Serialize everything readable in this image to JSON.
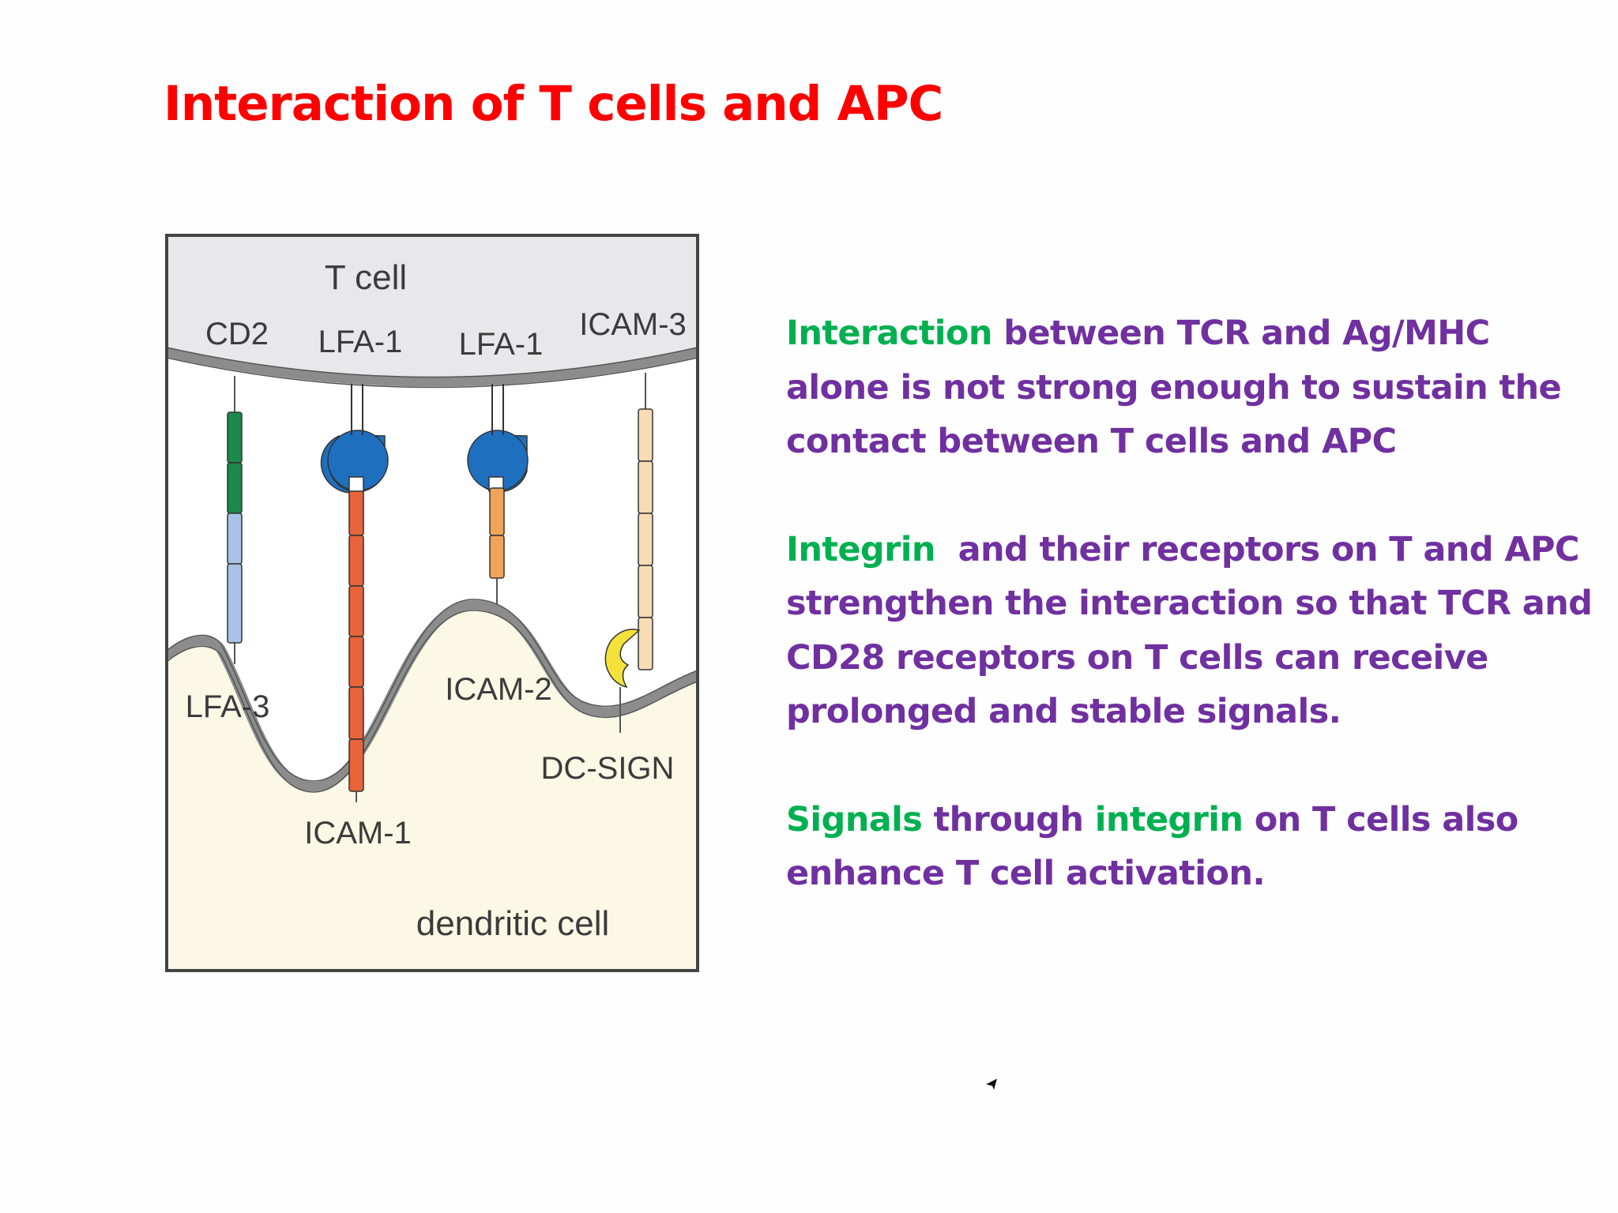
{
  "slide": {
    "title": "Interaction of T cells and APC",
    "colors": {
      "title": "#ff0000",
      "keyword": "#00b050",
      "body": "#7030a0",
      "t_cell_fill": "#e8e8ea",
      "dendritic_fill": "#fbf8e6",
      "membrane": "#8c8c8c",
      "lfa1": "#1f6fbf",
      "cd2_top": "#1a8a4a",
      "cd2_bottom": "#a9c3e6",
      "icam1": "#e8643a",
      "icam2": "#f0a458",
      "icam3": "#f7dcb4",
      "dc_sign": "#f4e23a"
    }
  },
  "figure": {
    "labels": {
      "t_cell": "T cell",
      "cd2": "CD2",
      "lfa1_a": "LFA-1",
      "lfa1_b": "LFA-1",
      "icam3": "ICAM-3",
      "lfa3": "LFA-3",
      "icam2": "ICAM-2",
      "dc_sign": "DC-SIGN",
      "icam1": "ICAM-1",
      "dendritic_cell": "dendritic cell"
    }
  },
  "body": {
    "p1": {
      "kw": "Interaction",
      "rest": " between TCR and Ag/MHC alone is not strong enough to sustain the contact between T cells and APC"
    },
    "p2": {
      "kw": "Integrin",
      "rest": "  and their receptors on T and APC strengthen the interaction so that TCR and CD28 receptors on T cells can receive prolonged and stable signals."
    },
    "p3": {
      "kw1": "Signals",
      "mid1": " through ",
      "kw2": "integrin",
      "rest": " on T cells also enhance T cell activation."
    }
  },
  "overlay": {
    "cursor_icon": "mouse-pointer-icon"
  }
}
